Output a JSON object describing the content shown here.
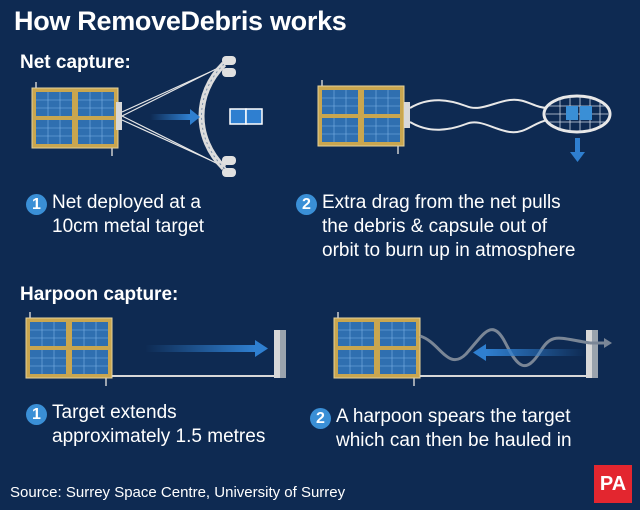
{
  "title": "How RemoveDebris works",
  "net_section": {
    "heading": "Net capture:",
    "step1": {
      "number": "1",
      "lines": [
        "Net deployed at a",
        "10cm metal target"
      ]
    },
    "step2": {
      "number": "2",
      "lines": [
        "Extra drag from the net pulls",
        "the debris & capsule out of",
        "orbit to burn up in atmosphere"
      ]
    }
  },
  "harpoon_section": {
    "heading": "Harpoon capture:",
    "step1": {
      "number": "1",
      "lines": [
        "Target extends",
        "approximately 1.5 metres"
      ]
    },
    "step2": {
      "number": "2",
      "lines": [
        "A harpoon spears the target",
        "which can then be hauled in"
      ]
    }
  },
  "source": "Source: Surrey Space Centre, University of Surrey",
  "logo": "PA",
  "colors": {
    "background": "#0e2a52",
    "accent_blue": "#3a8fd6",
    "arrow_blue": "#2f7fd0",
    "panel_gold": "#c9a64f",
    "panel_cell": "#2f6fb0",
    "logo_red": "#e3262f"
  }
}
